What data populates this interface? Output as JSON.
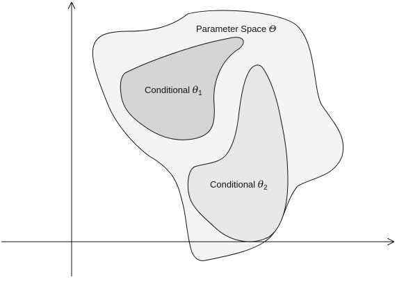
{
  "diagram": {
    "parameter_space": {
      "label": "Parameter Space ",
      "symbol": "Θ",
      "fill": "#f4f4f4"
    },
    "conditional_1": {
      "label": "Conditional ",
      "symbol": "θ",
      "subscript": "1",
      "fill": "#d4d4d4"
    },
    "conditional_2": {
      "label": "Conditional ",
      "symbol": "θ",
      "subscript": "2",
      "fill": "#e7e7e7"
    },
    "colors": {
      "stroke": "#111111",
      "background": "#ffffff"
    }
  }
}
